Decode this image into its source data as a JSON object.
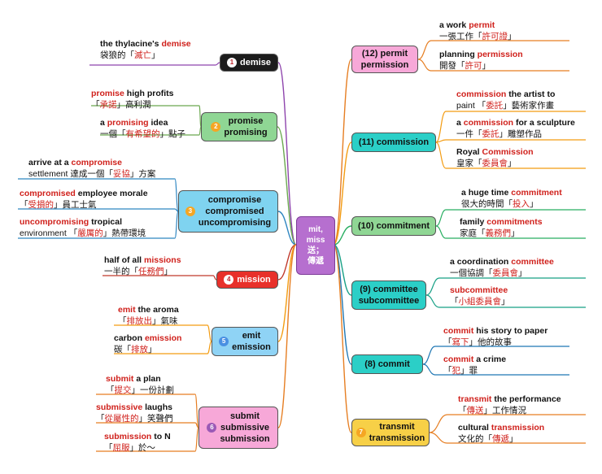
{
  "center": {
    "lines": [
      "mit,",
      "miss",
      "送；",
      "傳遞"
    ]
  },
  "colors": {
    "highlight": "#d0211c"
  },
  "left_nodes": [
    {
      "id": "demise",
      "badge": "1",
      "lines": [
        "demise"
      ],
      "bg": "#1c1c1c",
      "fg": "#ffffff",
      "line_color": "#8e44ad",
      "leaves": [
        {
          "en": [
            [
              "the thylacine's ",
              false
            ],
            [
              "demise",
              true
            ]
          ],
          "zh": [
            [
              "袋狼的「",
              false
            ],
            [
              "滅亡",
              true
            ],
            [
              "」",
              false
            ]
          ]
        }
      ]
    },
    {
      "id": "promise",
      "badge": "2",
      "lines": [
        "promise",
        "promising"
      ],
      "bg": "#8fd694",
      "fg": "#111111",
      "line_color": "#6aa84f",
      "leaves": [
        {
          "en": [
            [
              "promise",
              true
            ],
            [
              " high profits",
              false
            ]
          ],
          "zh": [
            [
              "「",
              false
            ],
            [
              "承諾",
              true
            ],
            [
              "」高利潤",
              false
            ]
          ]
        },
        {
          "en": [
            [
              "a ",
              false
            ],
            [
              "promising",
              true
            ],
            [
              " idea",
              false
            ]
          ],
          "zh": [
            [
              "一個「",
              false
            ],
            [
              "有希望的",
              true
            ],
            [
              "」點子",
              false
            ]
          ]
        }
      ]
    },
    {
      "id": "compromise",
      "badge": "3",
      "lines": [
        "compromise",
        "compromised",
        "uncompromising"
      ],
      "bg": "#7fd3f0",
      "fg": "#111111",
      "line_color": "#2e86c1",
      "leaves": [
        {
          "en": [
            [
              "arrive at a ",
              false
            ],
            [
              "compromise",
              true
            ]
          ],
          "zh": [
            [
              "settlement",
              false
            ],
            [
              " 達成一個「",
              false
            ],
            [
              "妥協",
              true
            ],
            [
              "」方案",
              false
            ]
          ]
        },
        {
          "en": [
            [
              "compromised",
              true
            ],
            [
              " employee morale",
              false
            ]
          ],
          "zh": [
            [
              "「",
              false
            ],
            [
              "受損的",
              true
            ],
            [
              "」員工士氣",
              false
            ]
          ]
        },
        {
          "en": [
            [
              "uncompromising",
              true
            ],
            [
              " tropical",
              false
            ]
          ],
          "zh": [
            [
              "environment 「",
              false
            ],
            [
              "嚴厲的",
              true
            ],
            [
              "」熱帶環境",
              false
            ]
          ]
        }
      ]
    },
    {
      "id": "mission",
      "badge": "4",
      "lines": [
        "mission"
      ],
      "bg": "#e8302a",
      "fg": "#ffffff",
      "line_color": "#c0392b",
      "leaves": [
        {
          "en": [
            [
              "half of all ",
              false
            ],
            [
              "missions",
              true
            ]
          ],
          "zh": [
            [
              "一半的「",
              false
            ],
            [
              "任務們",
              true
            ],
            [
              "」",
              false
            ]
          ]
        }
      ]
    },
    {
      "id": "emit",
      "badge": "5",
      "lines": [
        "emit",
        "emission"
      ],
      "bg": "#8fd3f5",
      "fg": "#111111",
      "line_color": "#f39c12",
      "leaves": [
        {
          "en": [
            [
              "emit",
              true
            ],
            [
              " the aroma",
              false
            ]
          ],
          "zh": [
            [
              "「",
              false
            ],
            [
              "排放出",
              true
            ],
            [
              "」氣味",
              false
            ]
          ]
        },
        {
          "en": [
            [
              "carbon ",
              false
            ],
            [
              "emission",
              true
            ]
          ],
          "zh": [
            [
              "碳「",
              false
            ],
            [
              "排放",
              true
            ],
            [
              "」",
              false
            ]
          ]
        }
      ]
    },
    {
      "id": "submit",
      "badge": "6",
      "lines": [
        "submit",
        "submissive",
        "submission"
      ],
      "bg": "#f7a8d8",
      "fg": "#111111",
      "line_color": "#e67e22",
      "leaves": [
        {
          "en": [
            [
              "submit",
              true
            ],
            [
              " a plan",
              false
            ]
          ],
          "zh": [
            [
              "「",
              false
            ],
            [
              "提交",
              true
            ],
            [
              "」一份計劃",
              false
            ]
          ]
        },
        {
          "en": [
            [
              "submissive",
              true
            ],
            [
              " laughs",
              false
            ]
          ],
          "zh": [
            [
              "「",
              false
            ],
            [
              "從屬性的",
              true
            ],
            [
              "」笑聲們",
              false
            ]
          ]
        },
        {
          "en": [
            [
              "submission",
              true
            ],
            [
              " to N",
              false
            ]
          ],
          "zh": [
            [
              "「",
              false
            ],
            [
              "屈服",
              true
            ],
            [
              "」於～",
              false
            ]
          ]
        }
      ]
    }
  ],
  "right_nodes": [
    {
      "id": "permit",
      "badge": "",
      "lines": [
        "(12) permit",
        "permission"
      ],
      "bg": "#f7a8d8",
      "fg": "#111111",
      "line_color": "#e67e22",
      "leaves": [
        {
          "en": [
            [
              "a work ",
              false
            ],
            [
              "permit",
              true
            ]
          ],
          "zh": [
            [
              "一張工作「",
              false
            ],
            [
              "許可證",
              true
            ],
            [
              "」",
              false
            ]
          ]
        },
        {
          "en": [
            [
              "planning ",
              false
            ],
            [
              "permission",
              true
            ]
          ],
          "zh": [
            [
              "開發「",
              false
            ],
            [
              "許可",
              true
            ],
            [
              "」",
              false
            ]
          ]
        }
      ]
    },
    {
      "id": "commission",
      "badge": "",
      "lines": [
        "(11) commission"
      ],
      "bg": "#2bcfc7",
      "fg": "#111111",
      "line_color": "#f39c12",
      "leaves": [
        {
          "en": [
            [
              "commission",
              true
            ],
            [
              " the artist to",
              false
            ]
          ],
          "zh": [
            [
              "paint 「",
              false
            ],
            [
              "委託",
              true
            ],
            [
              "」藝術家作畫",
              false
            ]
          ]
        },
        {
          "en": [
            [
              "a ",
              false
            ],
            [
              "commission",
              true
            ],
            [
              " for a sculpture",
              false
            ]
          ],
          "zh": [
            [
              "一件「",
              false
            ],
            [
              "委託",
              true
            ],
            [
              "」雕塑作品",
              false
            ]
          ]
        },
        {
          "en": [
            [
              "Royal ",
              false
            ],
            [
              "Commission",
              true
            ]
          ],
          "zh": [
            [
              "皇家「",
              false
            ],
            [
              "委員會",
              true
            ],
            [
              "」",
              false
            ]
          ]
        }
      ]
    },
    {
      "id": "commitment",
      "badge": "",
      "lines": [
        "(10) commitment"
      ],
      "bg": "#8fd694",
      "fg": "#111111",
      "line_color": "#27ae60",
      "leaves": [
        {
          "en": [
            [
              "a huge time ",
              false
            ],
            [
              "commitment",
              true
            ]
          ],
          "zh": [
            [
              "很大的時間「",
              false
            ],
            [
              "投入",
              true
            ],
            [
              "」",
              false
            ]
          ]
        },
        {
          "en": [
            [
              "family ",
              false
            ],
            [
              "commitments",
              true
            ]
          ],
          "zh": [
            [
              "家庭「",
              false
            ],
            [
              "義務們",
              true
            ],
            [
              "」",
              false
            ]
          ]
        }
      ]
    },
    {
      "id": "committee",
      "badge": "",
      "lines": [
        "(9) committee",
        "subcommittee"
      ],
      "bg": "#2bcfc7",
      "fg": "#111111",
      "line_color": "#16a085",
      "leaves": [
        {
          "en": [
            [
              "a coordination ",
              false
            ],
            [
              "committee",
              true
            ]
          ],
          "zh": [
            [
              "一個協調「",
              false
            ],
            [
              "委員會",
              true
            ],
            [
              "」",
              false
            ]
          ]
        },
        {
          "en": [
            [
              "subcommittee",
              true
            ]
          ],
          "zh": [
            [
              "「",
              false
            ],
            [
              "小組委員會",
              true
            ],
            [
              "」",
              false
            ]
          ]
        }
      ]
    },
    {
      "id": "commit",
      "badge": "",
      "lines": [
        "(8) commit"
      ],
      "bg": "#2bcfc7",
      "fg": "#111111",
      "line_color": "#1f77b4",
      "leaves": [
        {
          "en": [
            [
              "commit",
              true
            ],
            [
              " his story to paper",
              false
            ]
          ],
          "zh": [
            [
              "「",
              false
            ],
            [
              "寫下",
              true
            ],
            [
              "」他的故事",
              false
            ]
          ]
        },
        {
          "en": [
            [
              "commit",
              true
            ],
            [
              " a crime",
              false
            ]
          ],
          "zh": [
            [
              "「",
              false
            ],
            [
              "犯",
              true
            ],
            [
              "」罪",
              false
            ]
          ]
        }
      ]
    },
    {
      "id": "transmit",
      "badge": "7",
      "lines": [
        "transmit",
        "transmission"
      ],
      "bg": "#f7d047",
      "fg": "#111111",
      "line_color": "#e67e22",
      "leaves": [
        {
          "en": [
            [
              "transmit",
              true
            ],
            [
              " the performance",
              false
            ]
          ],
          "zh": [
            [
              "「",
              false
            ],
            [
              "傳送",
              true
            ],
            [
              "」工作情況",
              false
            ]
          ]
        },
        {
          "en": [
            [
              "cultural ",
              false
            ],
            [
              "transmission",
              true
            ]
          ],
          "zh": [
            [
              "文化的「",
              false
            ],
            [
              "傳遞",
              true
            ],
            [
              "」",
              false
            ]
          ]
        }
      ]
    }
  ]
}
